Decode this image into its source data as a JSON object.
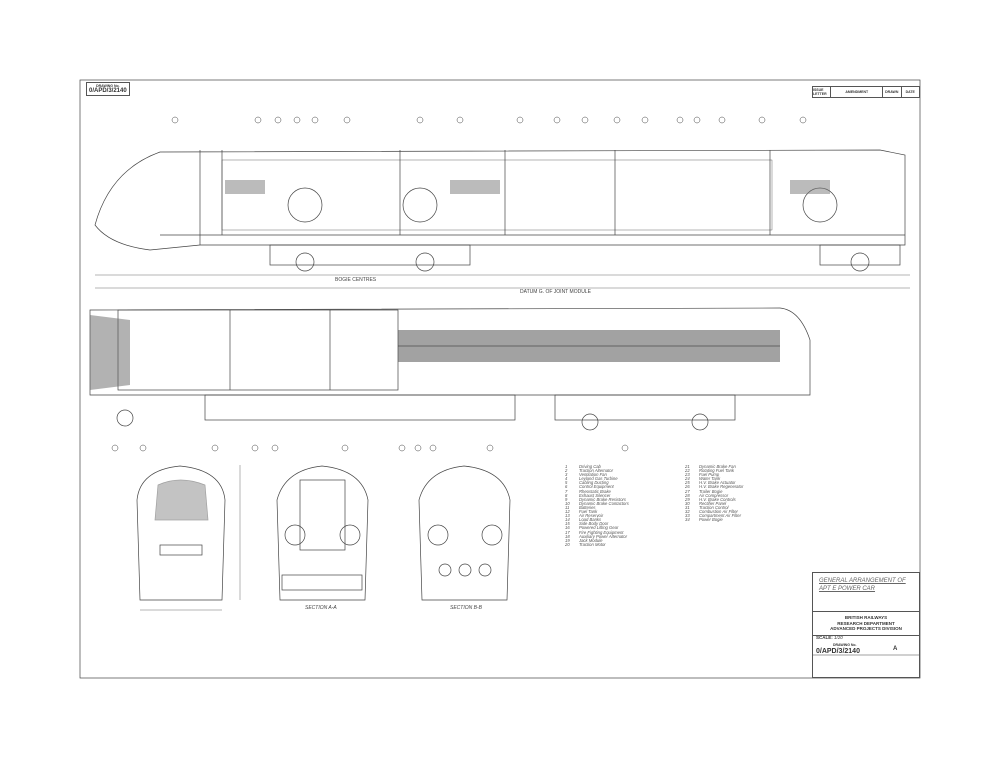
{
  "drawing_number_top": {
    "label": "DRAWING No.",
    "value": "0/APD/3/2140"
  },
  "revision_header": {
    "issue": "ISSUE LETTER",
    "amendment": "AMENDMENT",
    "drawn": "DRAWN",
    "date": "DATE"
  },
  "dimensions": {
    "top_overall": "DATUM G. OF JOINT MODULE",
    "bogie_centres": "BOGIE CENTRES"
  },
  "section_labels": {
    "a": "SECTION A-A",
    "b": "SECTION B-B"
  },
  "legend": {
    "left": [
      {
        "n": "1",
        "text": "Driving Cab"
      },
      {
        "n": "2",
        "text": "Traction Alternator"
      },
      {
        "n": "3",
        "text": "Ventilation Fan"
      },
      {
        "n": "4",
        "text": "Leyland Gas Turbine"
      },
      {
        "n": "5",
        "text": "Cabling Ducting"
      },
      {
        "n": "6",
        "text": "Control Equipment"
      },
      {
        "n": "7",
        "text": "Rheostatic Brake"
      },
      {
        "n": "8",
        "text": "Exhaust Silencer"
      },
      {
        "n": "9",
        "text": "Dynamic Brake Resistors"
      },
      {
        "n": "10",
        "text": "Dynamic Brake Contactors"
      },
      {
        "n": "11",
        "text": "Batteries"
      },
      {
        "n": "12",
        "text": "Fuel Tank"
      },
      {
        "n": "13",
        "text": "Air Reservoir"
      },
      {
        "n": "14",
        "text": "Load Banks"
      },
      {
        "n": "15",
        "text": "Side Body Door"
      },
      {
        "n": "16",
        "text": "Powered Lifting Gear"
      },
      {
        "n": "17",
        "text": "Fire Fighting Equipment"
      },
      {
        "n": "18",
        "text": "Auxiliary Power Alternator"
      },
      {
        "n": "19",
        "text": "Jack Module"
      },
      {
        "n": "20",
        "text": "Traction Motor"
      }
    ],
    "right": [
      {
        "n": "21",
        "text": "Dynamic Brake Fan"
      },
      {
        "n": "22",
        "text": "Rotating Fuel Tank"
      },
      {
        "n": "23",
        "text": "Fuel Pump"
      },
      {
        "n": "24",
        "text": "Water Tank"
      },
      {
        "n": "25",
        "text": "H.V. Brake Actuator"
      },
      {
        "n": "26",
        "text": "H.V. Brake Regenerator"
      },
      {
        "n": "27",
        "text": "Trailer Bogie"
      },
      {
        "n": "28",
        "text": "Air Compressor"
      },
      {
        "n": "29",
        "text": "H.V. Brake Controls"
      },
      {
        "n": "30",
        "text": "Rectifier Panel"
      },
      {
        "n": "31",
        "text": "Traction Control"
      },
      {
        "n": "32",
        "text": "Combustion Air Filter"
      },
      {
        "n": "33",
        "text": "Compartment Air Filter"
      },
      {
        "n": "34",
        "text": "Power Bogie"
      }
    ]
  },
  "title_block": {
    "title_line1": "GENERAL ARRANGEMENT OF",
    "title_line2": "APT E POWER CAR",
    "org_line1": "BRITISH RAILWAYS",
    "org_line2": "RESEARCH DEPARTMENT",
    "org_line3": "ADVANCED PROJECTS DIVISION",
    "scale_label": "SCALE:",
    "scale_value": "1/20",
    "drawing_no_label": "DRAWING No.",
    "drawing_no": "0/APD/3/2140",
    "issue": "A"
  },
  "colors": {
    "ink": "#333333",
    "paper": "#ffffff",
    "shade": "#555555"
  }
}
